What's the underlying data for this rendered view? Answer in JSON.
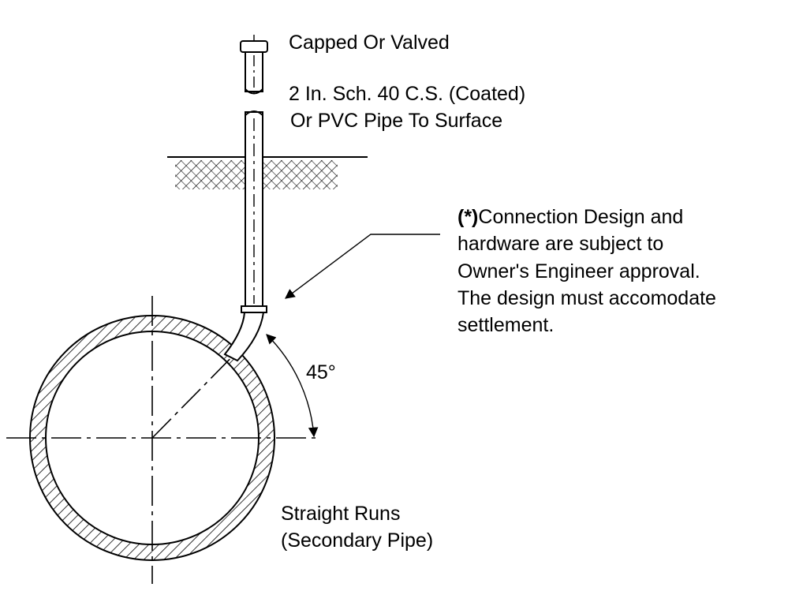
{
  "labels": {
    "cap": "Capped Or Valved",
    "pipe_line1": "2 In. Sch. 40 C.S. (Coated)",
    "pipe_line2": "Or PVC Pipe To Surface",
    "note_prefix": "(*)",
    "note_line1_rest": "Connection Design and",
    "note_line2": "hardware are subject to",
    "note_line3": "Owner's Engineer approval.",
    "note_line4": "The design must accomodate",
    "note_line5": "settlement.",
    "angle": "45°",
    "runs_line1": "Straight Runs",
    "runs_line2": "(Secondary Pipe)"
  },
  "colors": {
    "ink": "#000000",
    "paper": "#ffffff"
  }
}
